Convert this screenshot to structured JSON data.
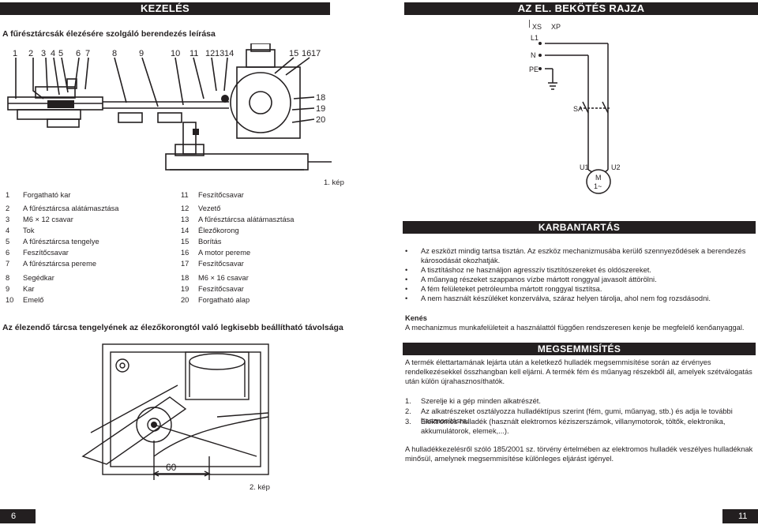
{
  "left": {
    "header": "KEZELÉS",
    "subtitle": "A fűrésztárcsák élezésére szolgáló berendezés leírása",
    "fig1_numbers": [
      "1",
      "2",
      "3",
      "4",
      "5",
      "6",
      "7",
      "8",
      "9",
      "10",
      "11",
      "12",
      "13",
      "14",
      "15",
      "16",
      "17",
      "18",
      "19",
      "20"
    ],
    "parts_col1": [
      {
        "n": "1",
        "t": "Forgatható kar"
      },
      {
        "n": "2",
        "t": "A fűrésztárcsa alátámasztása"
      },
      {
        "n": "3",
        "t": "M6 × 12 csavar"
      },
      {
        "n": "4",
        "t": "Tok"
      },
      {
        "n": "5",
        "t": "A fűrésztárcsa tengelye"
      },
      {
        "n": "6",
        "t": "Feszítőcsavar"
      },
      {
        "n": "7",
        "t": "A fűrésztárcsa pereme"
      },
      {
        "n": "8",
        "t": "Segédkar"
      },
      {
        "n": "9",
        "t": "Kar"
      },
      {
        "n": "10",
        "t": "Emelő"
      }
    ],
    "parts_col2": [
      {
        "n": "11",
        "t": "Feszítőcsavar"
      },
      {
        "n": "12",
        "t": "Vezető"
      },
      {
        "n": "13",
        "t": "A fűrésztárcsa alátámasztása"
      },
      {
        "n": "14",
        "t": "Élezőkorong"
      },
      {
        "n": "15",
        "t": "Borítás"
      },
      {
        "n": "16",
        "t": "A motor pereme"
      },
      {
        "n": "17",
        "t": "Feszítőcsavar"
      },
      {
        "n": "18",
        "t": "M6 × 16 csavar"
      },
      {
        "n": "19",
        "t": "Feszítőcsavar"
      },
      {
        "n": "20",
        "t": "Forgatható alap"
      }
    ],
    "fig1_caption": "1. kép",
    "distance_title": "Az élezendő tárcsa tengelyének az élezőkorongtól való legkisebb beállítható távolsága",
    "dim_label": "60",
    "fig2_caption": "2. kép",
    "page_number": "6"
  },
  "right": {
    "header": "AZ EL. BEKÖTÉS RAJZA",
    "wiring_labels": {
      "xs": "XS",
      "xp": "XP",
      "l1": "L1",
      "n": "N",
      "pe": "PE",
      "sa": "SA",
      "u1": "U1",
      "u2": "U2",
      "m": "M",
      "phase": "1~"
    },
    "maintenance": {
      "title": "KARBANTARTÁS",
      "bullets": [
        "Az eszközt mindig tartsa tisztán. Az eszköz mechanizmusába kerülő szennyeződések a berendezés károsodását okozhatják.",
        "A tisztításhoz ne használjon agresszív tisztítószereket és oldószereket.",
        "A műanyag részeket szappanos vízbe mártott ronggyal javasolt áttörölni.",
        "A fém felületeket petróleumba mártott ronggyal tisztítsa.",
        "A nem használt készüléket konzerválva, száraz helyen tárolja, ahol nem fog rozsdásodni."
      ],
      "lube_title": "Kenés",
      "lube_text": "A mechanizmus munkafelületeit a használattól függően rendszeresen kenje be megfelelő kenőanyaggal."
    },
    "disposal": {
      "title": "MEGSEMMISÍTÉS",
      "intro": "A termék élettartamának lejárta után a keletkező hulladék megsemmisítése során az érvényes rendelkezésekkel összhangban kell eljárni. A termék fém és műanyag részekből áll, amelyek szétválogatás után külön újrahasznosíthatók.",
      "steps": [
        {
          "n": "1.",
          "t": "Szerelje ki a gép minden alkatrészét."
        },
        {
          "n": "2.",
          "t": "Az alkatrészeket osztályozza hulladéktípus szerint (fém, gumi, műanyag, stb.) és adja le további hasznosításra."
        },
        {
          "n": "3.",
          "t": "Elektromos hulladék (használt elektromos kéziszerszámok, villanymotorok, töltők, elektronika, akkumulátorok, elemek,...)."
        }
      ],
      "law": "A hulladékkezelésről szóló 185/2001 sz. törvény értelmében az elektromos hulladék veszélyes hulladéknak minősül, amelynek megsemmisítése különleges eljárást igényel."
    },
    "page_number": "11"
  }
}
